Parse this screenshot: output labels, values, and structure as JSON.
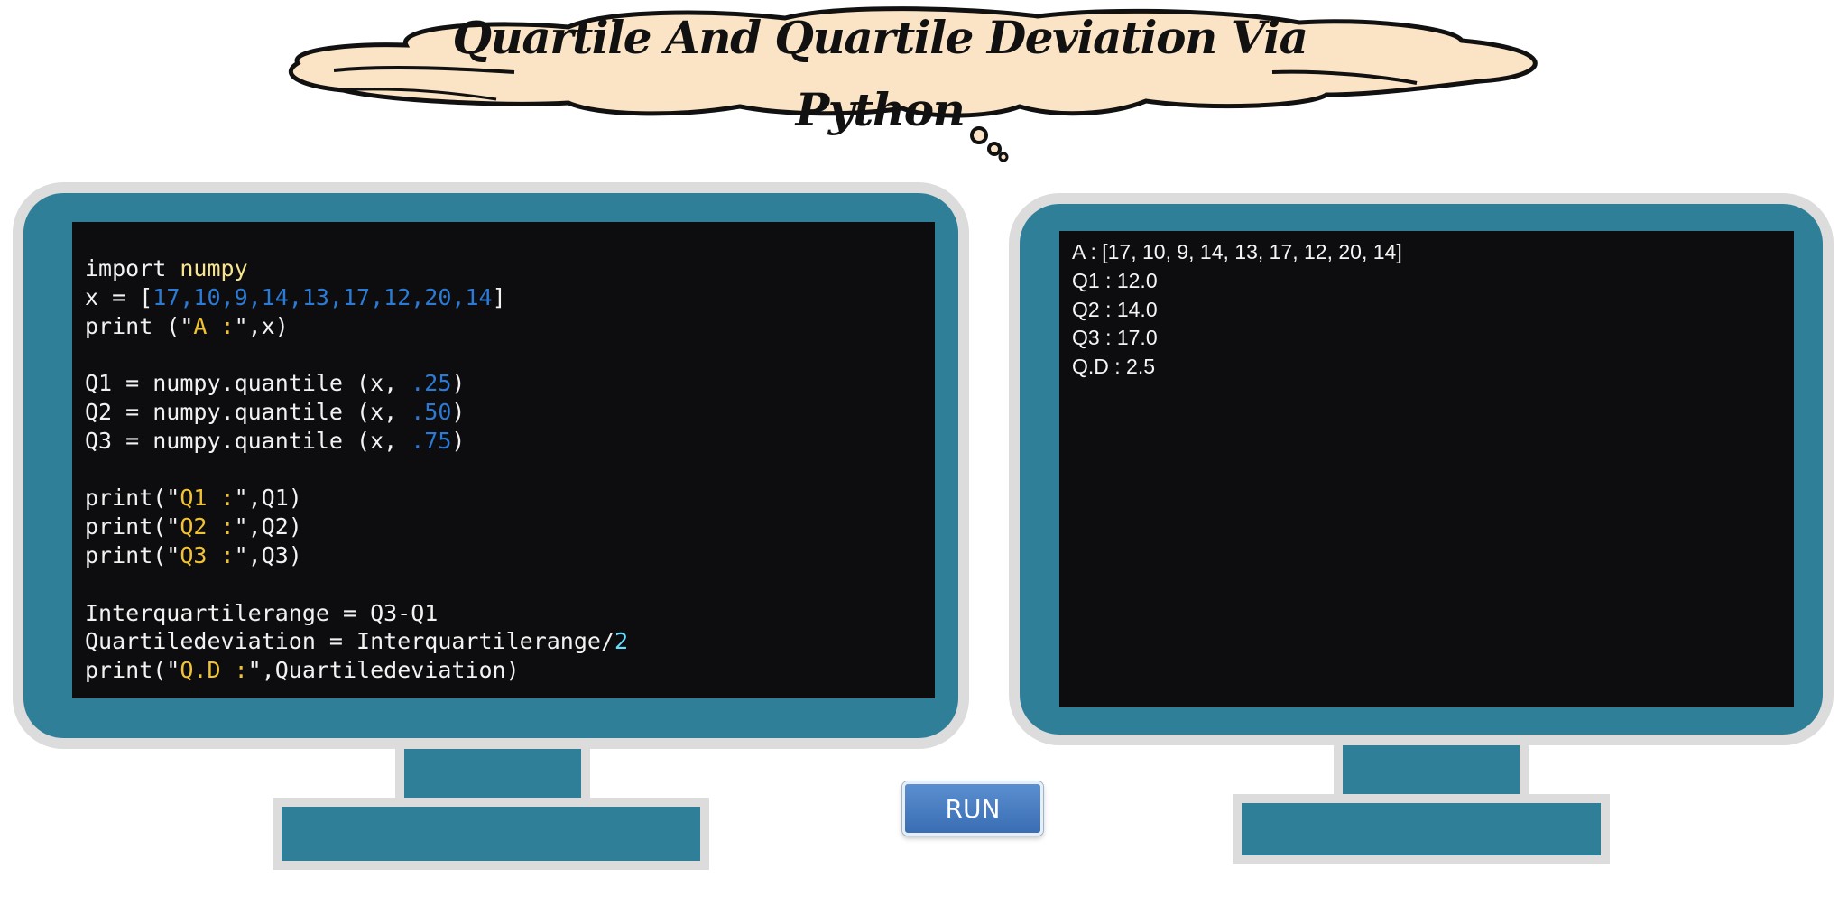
{
  "title": {
    "line1": "Quartile And Quartile Deviation Via",
    "line2": "Python"
  },
  "colors": {
    "monitor": "#2f7f99",
    "screen": "#0d0d0f",
    "cloud": "#fbe3c6",
    "run_button": "#4a7fc1"
  },
  "editor": {
    "l1": {
      "a": "import ",
      "b": "numpy"
    },
    "l2": {
      "a": "x = [",
      "b": "17,10,9,14,13,17,12,20,14",
      "c": "]"
    },
    "l3": {
      "a": "print (\"",
      "b": "A :",
      "c": "\",x)"
    },
    "l4": {
      "a": "Q1 = numpy.quantile (x, ",
      "b": ".25",
      "c": ")"
    },
    "l5": {
      "a": "Q2 = numpy.quantile (x, ",
      "b": ".50",
      "c": ")"
    },
    "l6": {
      "a": "Q3 = numpy.quantile (x, ",
      "b": ".75",
      "c": ")"
    },
    "l7": {
      "a": "print(\"",
      "b": "Q1 :",
      "c": "\",Q1)"
    },
    "l8": {
      "a": "print(\"",
      "b": "Q2 :",
      "c": "\",Q2)"
    },
    "l9": {
      "a": "print(\"",
      "b": "Q3 :",
      "c": "\",Q3)"
    },
    "l10": {
      "a": "Interquartilerange = Q3-Q1"
    },
    "l11": {
      "a": "Quartiledeviation = Interquartilerange/",
      "b": "2"
    },
    "l12": {
      "a": "print(\"",
      "b": "Q.D :",
      "c": "\",Quartiledeviation)"
    }
  },
  "output": {
    "lines": [
      "A : [17, 10, 9, 14, 13, 17, 12, 20, 14]",
      "Q1 : 12.0",
      "Q2 : 14.0",
      "Q3 : 17.0",
      "Q.D : 2.5"
    ]
  },
  "run_label": "RUN"
}
